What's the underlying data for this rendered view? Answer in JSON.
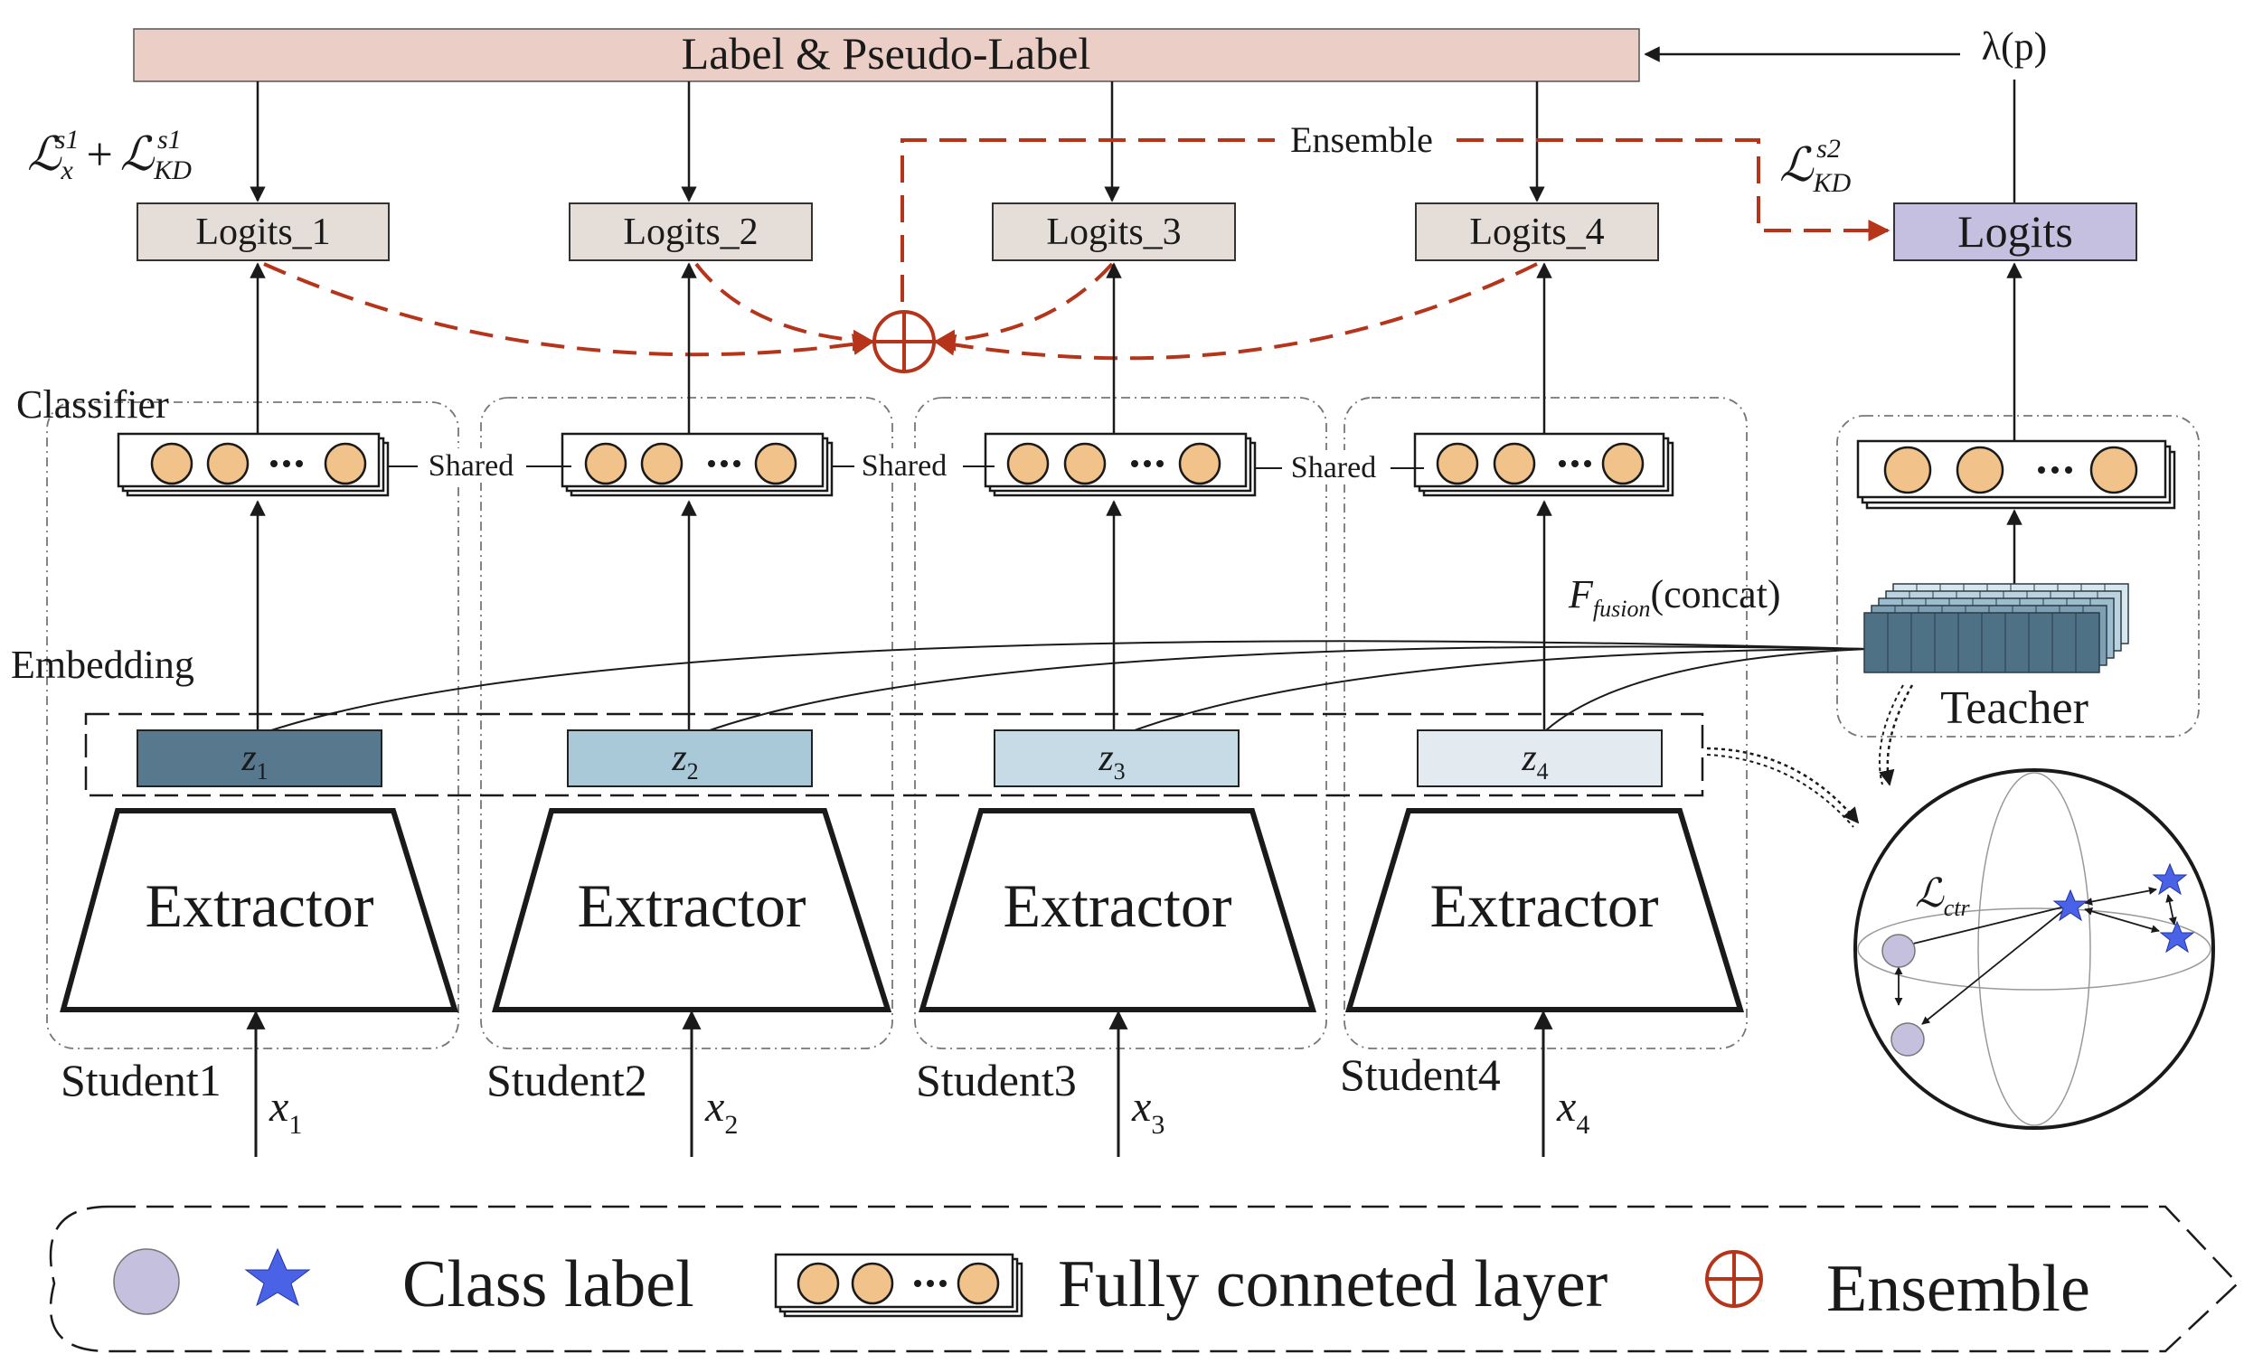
{
  "header": {
    "label": "Label & Pseudo-Label",
    "lambda": "λ(p)"
  },
  "students": [
    {
      "logits": "Logits_1",
      "name": "Student1",
      "extractor": "Extractor",
      "z_base": "z",
      "z_sub": "1",
      "x_base": "x",
      "x_sub": "1"
    },
    {
      "logits": "Logits_2",
      "name": "Student2",
      "extractor": "Extractor",
      "z_base": "z",
      "z_sub": "2",
      "x_base": "x",
      "x_sub": "2"
    },
    {
      "logits": "Logits_3",
      "name": "Student3",
      "extractor": "Extractor",
      "z_base": "z",
      "z_sub": "3",
      "x_base": "x",
      "x_sub": "3"
    },
    {
      "logits": "Logits_4",
      "name": "Student4",
      "extractor": "Extractor",
      "z_base": "z",
      "z_sub": "4",
      "x_base": "x",
      "x_sub": "4"
    }
  ],
  "shared_label": "Shared",
  "classifier_label": "Classifier",
  "embedding_label": "Embedding",
  "ensemble_label": "Ensemble",
  "loss_s1": {
    "l1": "ℒ",
    "l1_sub": "x",
    "l1_sup": "s1",
    "plus": "+",
    "l2": "ℒ",
    "l2_sub": "KD",
    "l2_sup": "s1"
  },
  "loss_s2": {
    "l": "ℒ",
    "sub": "KD",
    "sup": "s2"
  },
  "teacher": {
    "logits": "Logits",
    "name": "Teacher",
    "fusion_f": "F",
    "fusion_sub": "fusion",
    "fusion_text": "(concat)"
  },
  "sphere": {
    "loss_l": "ℒ",
    "loss_sub": "ctr"
  },
  "legend": {
    "class_label": "Class label",
    "fc_label": "Fully conneted layer",
    "ensemble": "Ensemble"
  },
  "colors": {
    "label_bar": "#ebcfc6",
    "logits_student": "#e5ded8",
    "logits_teacher": "#c6c0e0",
    "neuron": "#f1c38b",
    "ensemble_red": "#b5341a",
    "z1": "#58788e",
    "z2": "#a9c8d8",
    "z3": "#c7dbe6",
    "z4": "#e3ebf1",
    "teacher_feat": "#4f7186",
    "class_circle": "#c5c0de",
    "class_star": "#4a63e6"
  }
}
